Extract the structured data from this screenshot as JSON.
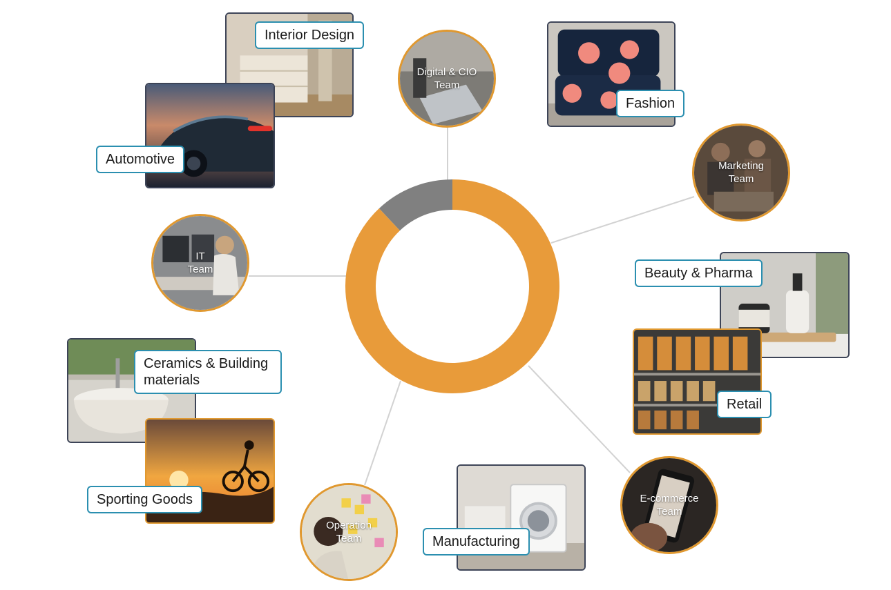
{
  "colors": {
    "ring_primary": "#e89b3a",
    "ring_secondary": "#808080",
    "label_border": "#2b8fb0",
    "team_border": "#e0982f",
    "photo_border_dark": "#3d4457",
    "connector": "#d2d2d2"
  },
  "ring": {
    "primary_share": 0.88,
    "secondary_share": 0.12
  },
  "industries": {
    "interior_design": "Interior Design",
    "automotive": "Automotive",
    "fashion": "Fashion",
    "beauty_pharma": "Beauty & Pharma",
    "retail": "Retail",
    "ceramics": "Ceramics & Building materials",
    "sporting_goods": "Sporting Goods",
    "manufacturing": "Manufacturing"
  },
  "teams": {
    "digital_cio": "Digital & CIO\nTeam",
    "marketing": "Marketing\nTeam",
    "it": "IT\nTeam",
    "operation": "Operation\nTeam",
    "ecommerce": "E-commerce\nTeam"
  },
  "icons": {
    "interior_design": "dresser-photo",
    "automotive": "sports-car-photo",
    "fashion": "sweater-photo",
    "beauty_pharma": "bottles-photo",
    "retail": "shelves-photo",
    "ceramics": "bathtub-photo",
    "sporting_goods": "cyclist-photo",
    "manufacturing": "washing-machine-photo"
  }
}
